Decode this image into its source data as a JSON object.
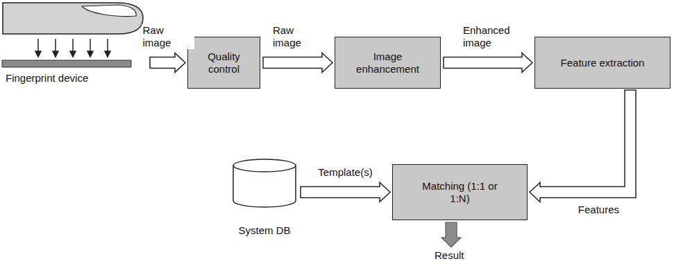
{
  "diagram": {
    "nodes": [
      {
        "text": [
          "Fingerprint device"
        ]
      },
      {
        "text": [
          "Quality control"
        ]
      },
      {
        "text": [
          "Image enhancement"
        ]
      },
      {
        "text": [
          "Feature extraction"
        ]
      },
      {
        "text": [
          "System DB"
        ]
      },
      {
        "text": [
          "Matching (1:1 or 1:N)"
        ]
      }
    ],
    "edges": [
      {
        "from": 0,
        "to": 1,
        "arrow": "to",
        "label": "Raw image"
      },
      {
        "from": 1,
        "to": 2,
        "arrow": "to",
        "label": "Raw image"
      },
      {
        "from": 2,
        "to": 3,
        "arrow": "to",
        "label": "Enhanced image"
      },
      {
        "from": 3,
        "to": 5,
        "arrow": "to",
        "label": "Features"
      },
      {
        "from": 4,
        "to": 5,
        "arrow": "to",
        "label": "Template(s)"
      }
    ],
    "labels": [
      "Result"
    ]
  }
}
